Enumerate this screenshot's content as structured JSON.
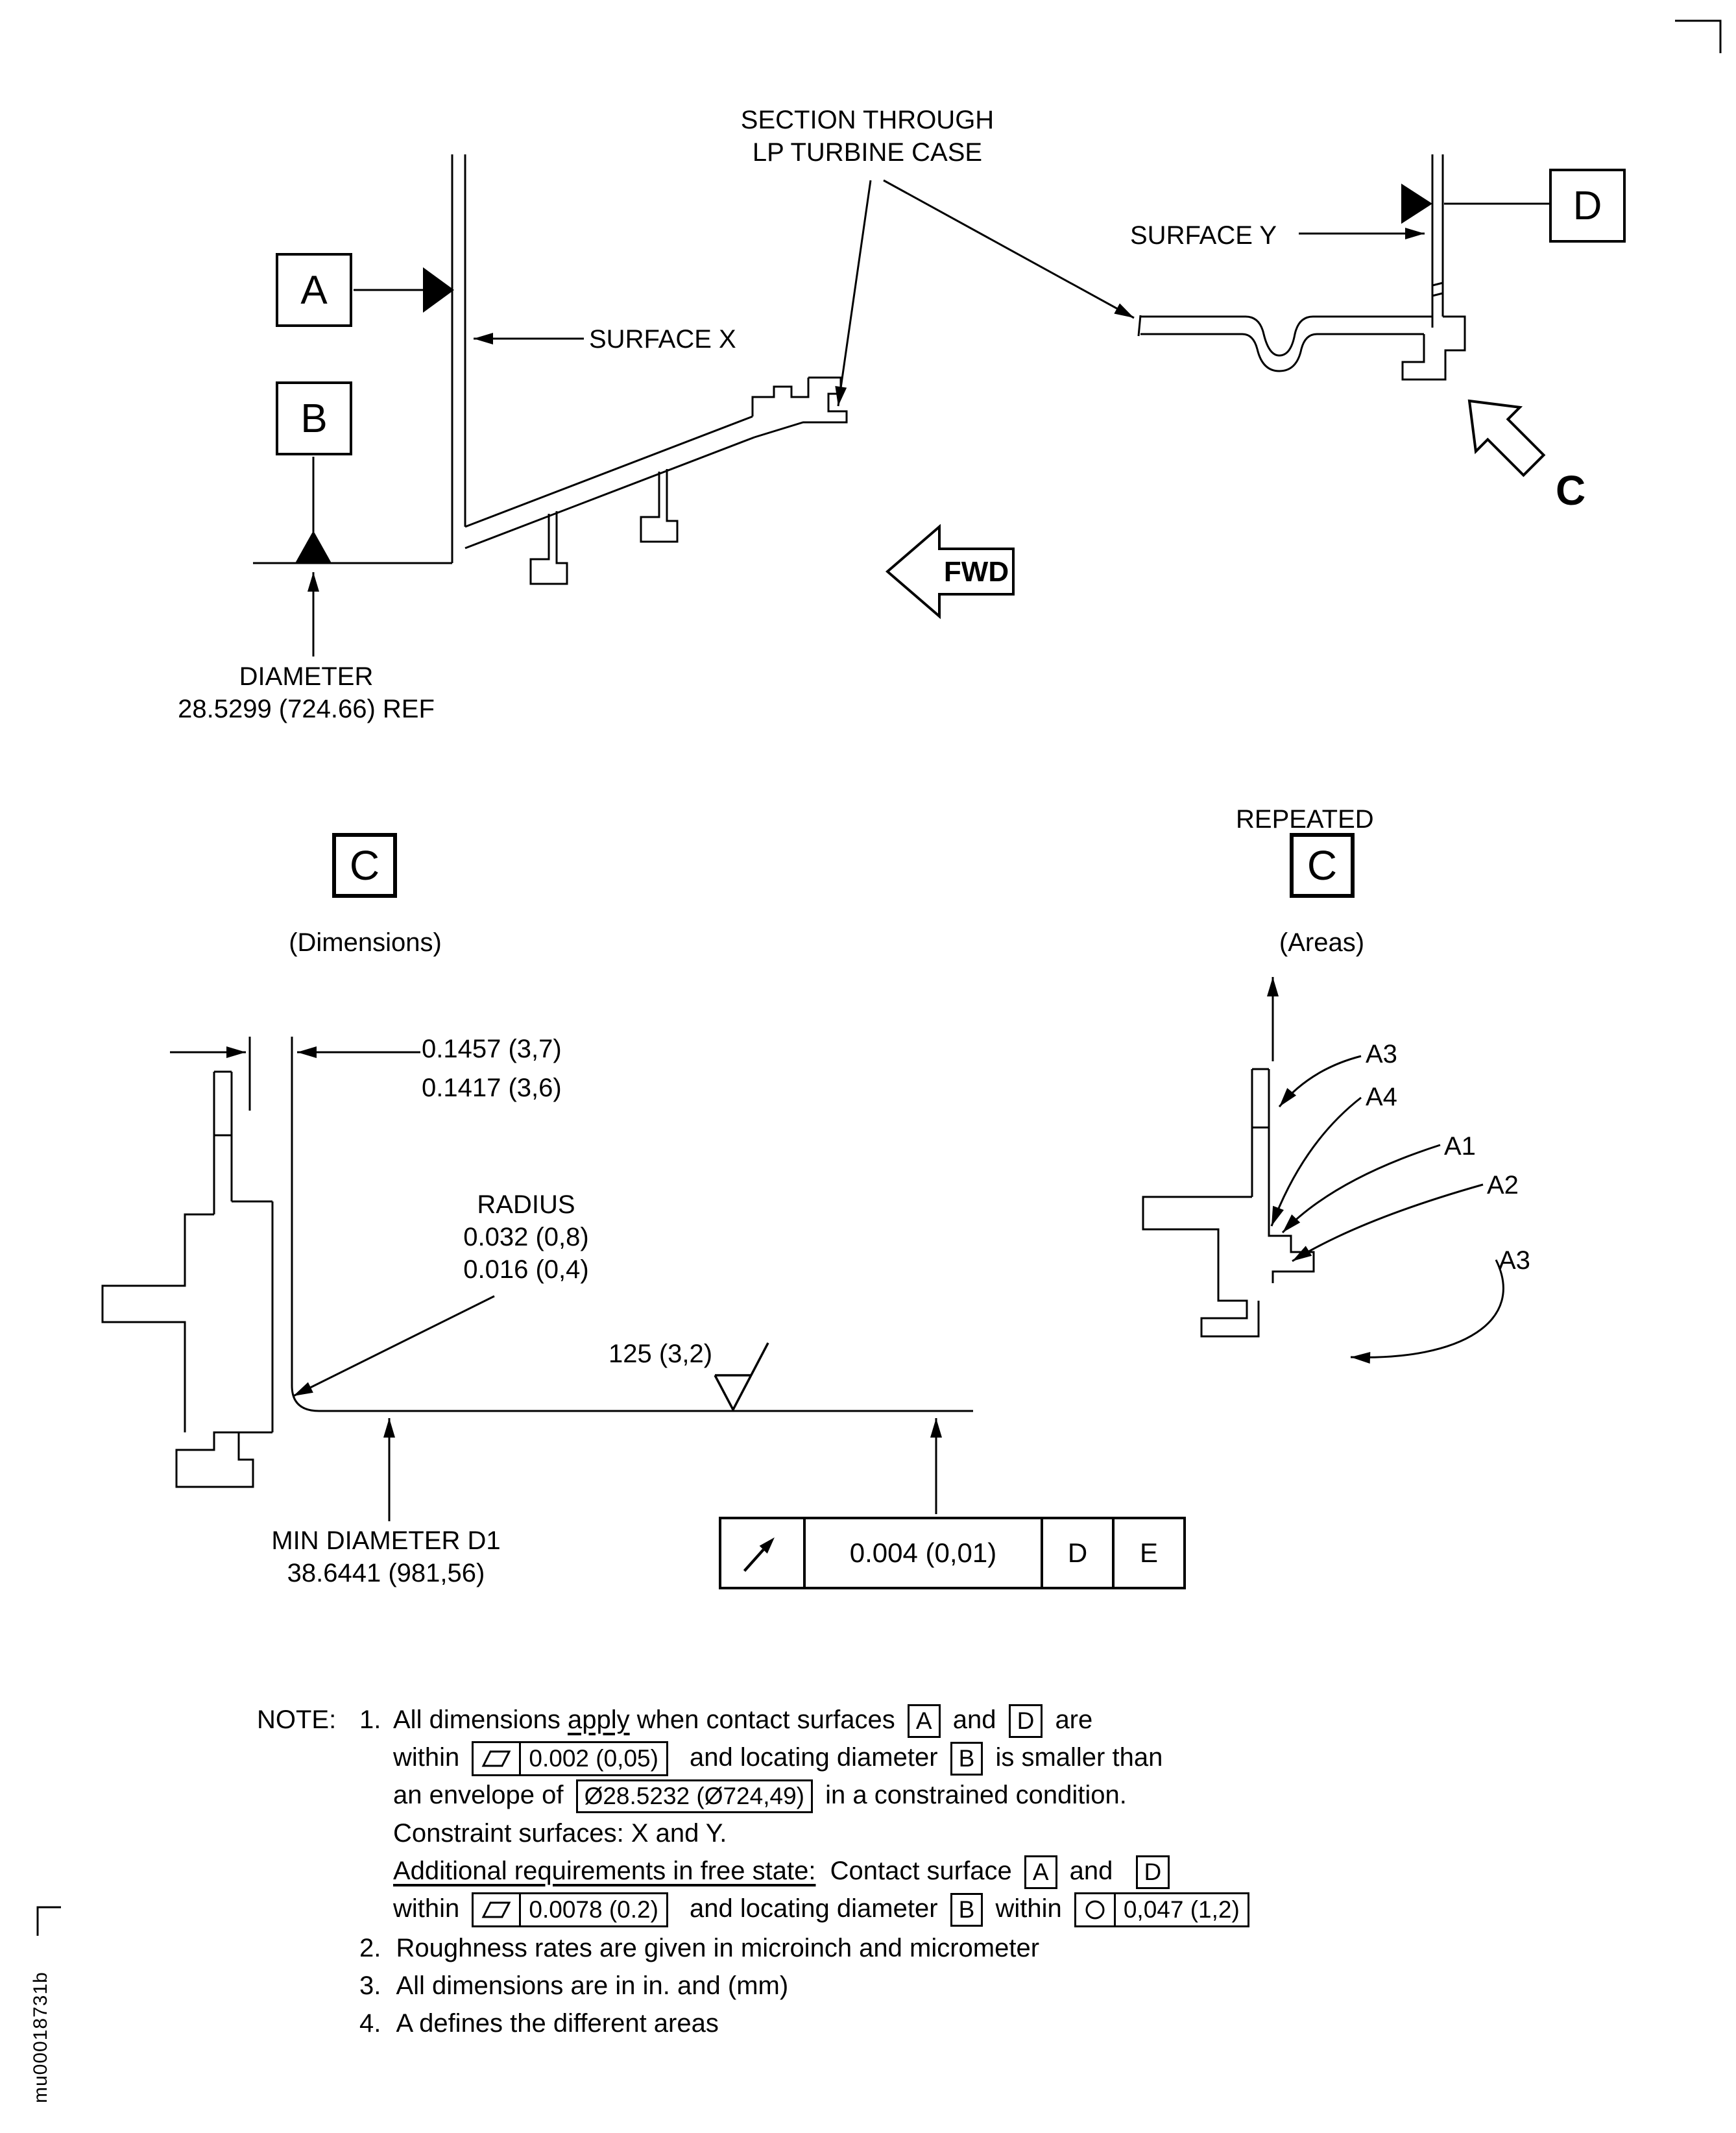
{
  "colors": {
    "ink": "#000000",
    "paper": "#ffffff"
  },
  "title": {
    "line1": "SECTION THROUGH",
    "line2": "LP TURBINE CASE"
  },
  "main_view": {
    "datum_a": "A",
    "datum_b": "B",
    "datum_d": "D",
    "surface_x": "SURFACE X",
    "surface_y": "SURFACE Y",
    "fwd": "FWD",
    "view_c": "C",
    "diameter_label": "DIAMETER",
    "diameter_value": "28.5299 (724.66) REF"
  },
  "detail_dimensions": {
    "letter": "C",
    "caption": "(Dimensions)",
    "thickness_max": "0.1457 (3,7)",
    "thickness_min": "0.1417 (3,6)",
    "radius_label": "RADIUS",
    "radius_max": "0.032 (0,8)",
    "radius_min": "0.016 (0,4)",
    "roughness": "125 (3,2)",
    "min_diameter_label": "MIN DIAMETER D1",
    "min_diameter_value": "38.6441 (981,56)",
    "fcf_symbol": "circular-runout-icon",
    "fcf_tolerance": "0.004 (0,01)",
    "fcf_datum_1": "D",
    "fcf_datum_2": "E"
  },
  "detail_areas": {
    "repeated": "REPEATED",
    "letter": "C",
    "caption": "(Areas)",
    "labels": {
      "a3_top": "A3",
      "a4": "A4",
      "a1": "A1",
      "a2": "A2",
      "a3_bottom": "A3"
    }
  },
  "notes": {
    "heading": "NOTE:",
    "n1_num": "1.",
    "n1_l1a": "All dimensions",
    "n1_l1b": "apply",
    "n1_l1c": "when contact surfaces",
    "n1_l1_datum1": "A",
    "n1_l1_and": "and",
    "n1_l1_datum2": "D",
    "n1_l1_end": "are",
    "n1_l2a": "within",
    "n1_l2_tol": "0.002 (0,05)",
    "n1_l2b": "and locating diameter",
    "n1_l2_datum": "B",
    "n1_l2c": "is smaller than",
    "n1_l3a": "an envelope of",
    "n1_l3_env": "Ø28.5232 (Ø724,49)",
    "n1_l3b": "in a constrained condition.",
    "n1_l4": "Constraint surfaces: X and Y.",
    "n1_l5a": "Additional requirements in free state:",
    "n1_l5b": "Contact surface",
    "n1_l5_datum1": "A",
    "n1_l5_and": "and",
    "n1_l5_datum2": "D",
    "n1_l6a": "within",
    "n1_l6_tol": "0.0078 (0.2)",
    "n1_l6b": "and locating diameter",
    "n1_l6_datum": "B",
    "n1_l6c": "within",
    "n1_l6_tol2": "0,047 (1,2)",
    "n2_num": "2.",
    "n2": "Roughness rates are given in microinch and micrometer",
    "n3_num": "3.",
    "n3": "All dimensions are in in. and (mm)",
    "n4_num": "4.",
    "n4": "A defines the different areas"
  },
  "doc_code": "mu00018731b"
}
